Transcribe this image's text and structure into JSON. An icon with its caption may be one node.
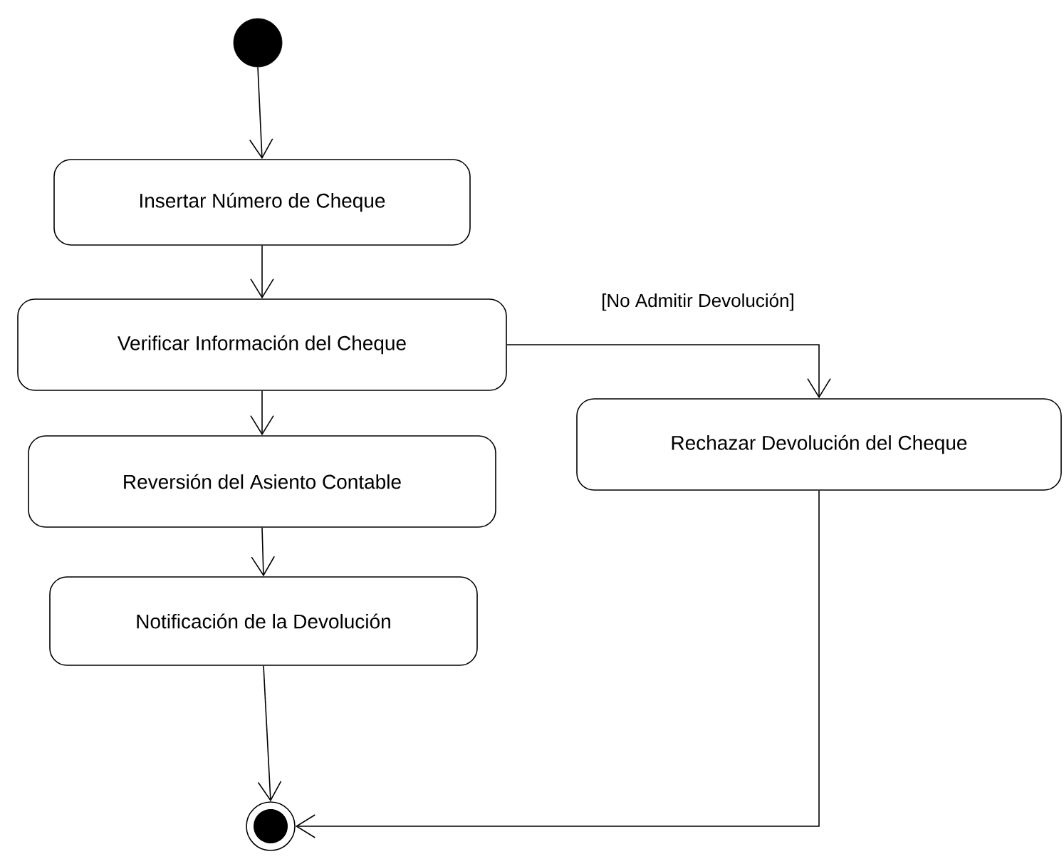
{
  "diagram": {
    "nodes": [
      {
        "text": [],
        "shape": "circle"
      },
      {
        "text": [
          "Insertar Número de Cheque"
        ]
      },
      {
        "text": [
          "Verificar Información del Cheque"
        ]
      },
      {
        "text": [
          "Rechazar Devolución del Cheque"
        ]
      },
      {
        "text": [
          "Reversión del Asiento Contable"
        ]
      },
      {
        "text": [
          "Notificación de la Devolución"
        ]
      },
      {
        "text": [],
        "shape": "bullseye"
      }
    ],
    "edges": [
      {
        "from": 0,
        "to": 1,
        "arrow": "to"
      },
      {
        "from": 1,
        "to": 2,
        "arrow": "to"
      },
      {
        "from": 2,
        "to": 3,
        "arrow": "to",
        "label": "[No Admitir Devolución]"
      },
      {
        "from": 2,
        "to": 4,
        "arrow": "to"
      },
      {
        "from": 4,
        "to": 5,
        "arrow": "to"
      },
      {
        "from": 5,
        "to": 6,
        "arrow": "to"
      },
      {
        "from": 3,
        "to": 6,
        "arrow": "to"
      }
    ]
  }
}
